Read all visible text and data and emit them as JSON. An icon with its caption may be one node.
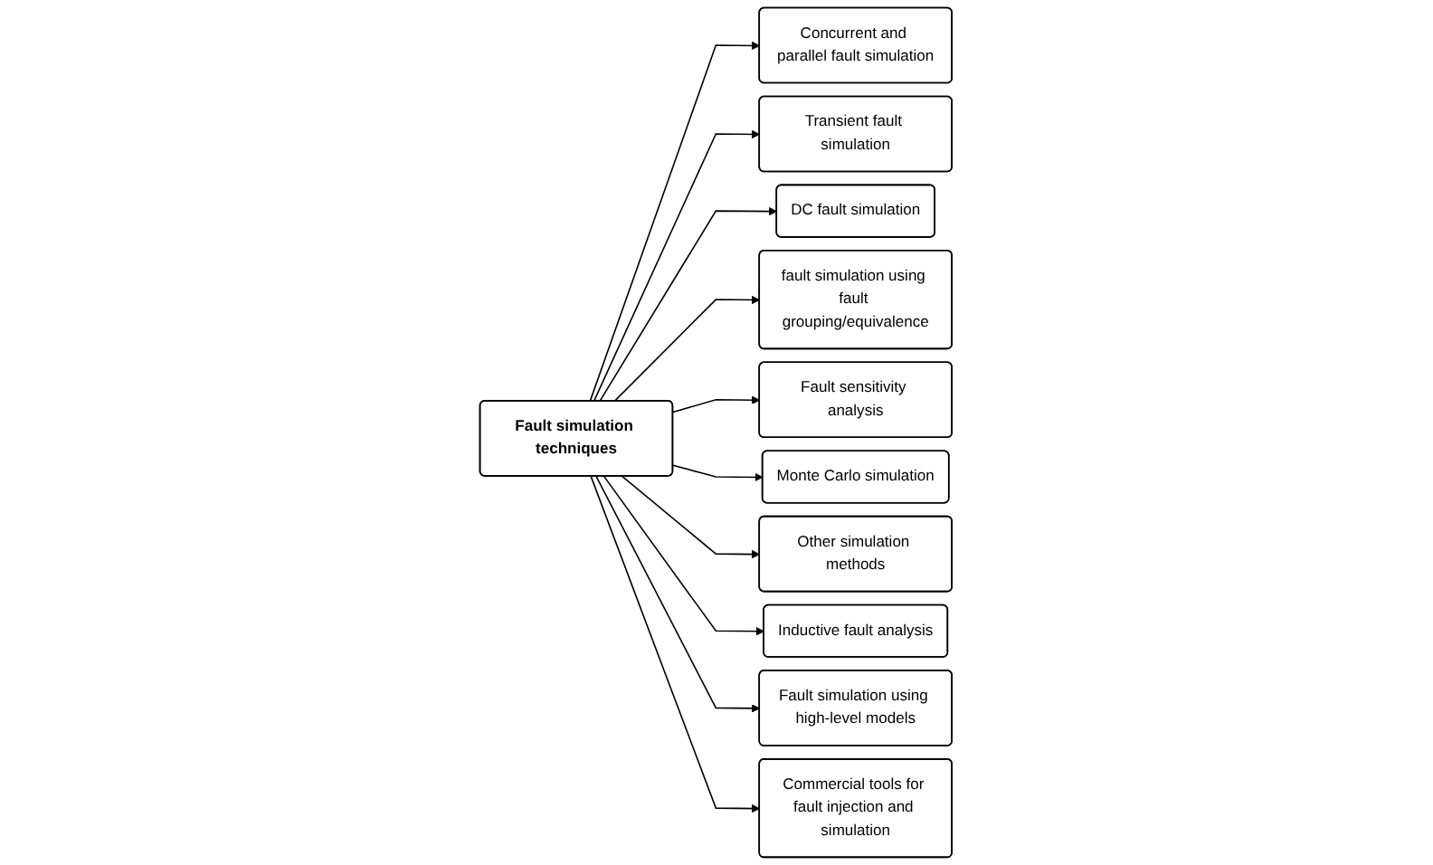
{
  "diagram": {
    "nodes": [
      {
        "text": [
          "Concurrent and parallel fault simulation"
        ]
      },
      {
        "text": [
          "Transient fault simulation"
        ]
      },
      {
        "text": [
          "DC fault simulation"
        ]
      },
      {
        "text": [
          "fault simulation using fault grouping/equivalence"
        ]
      },
      {
        "text": [
          "Fault simulation techniques"
        ]
      },
      {
        "text": [
          "Fault sensitivity analysis"
        ]
      },
      {
        "text": [
          "Monte Carlo simulation"
        ]
      },
      {
        "text": [
          "Other simulation methods"
        ]
      },
      {
        "text": [
          "Inductive fault analysis"
        ]
      },
      {
        "text": [
          "Fault simulation using high-level models"
        ]
      },
      {
        "text": [
          "Commercial tools for fault injection and simulation"
        ]
      }
    ],
    "edges": [
      {
        "from": 4,
        "to": 0,
        "arrow": "to"
      },
      {
        "from": 4,
        "to": 1,
        "arrow": "to"
      },
      {
        "from": 4,
        "to": 2,
        "arrow": "to"
      },
      {
        "from": 4,
        "to": 3,
        "arrow": "to"
      },
      {
        "from": 4,
        "to": 5,
        "arrow": "to"
      },
      {
        "from": 4,
        "to": 6,
        "arrow": "to"
      },
      {
        "from": 4,
        "to": 7,
        "arrow": "to"
      },
      {
        "from": 4,
        "to": 8,
        "arrow": "to"
      },
      {
        "from": 4,
        "to": 9,
        "arrow": "to"
      },
      {
        "from": 4,
        "to": 10,
        "arrow": "to"
      }
    ]
  }
}
